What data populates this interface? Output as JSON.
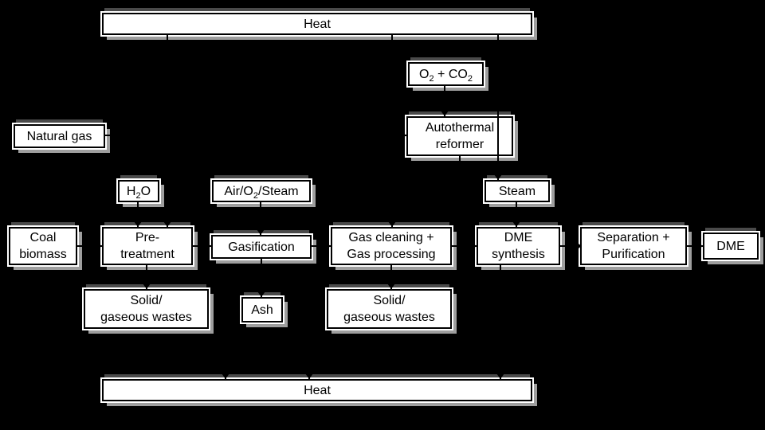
{
  "diagram": {
    "kind": "process-flow-diagram",
    "subject": "DME production from coal/biomass and natural gas"
  },
  "palette": {
    "background": "#000000",
    "box_fill": "#ffffff",
    "box_border": "#000000",
    "box_rim": "#ffffff",
    "shadow": "#9e9e9e",
    "halo": "#4a4a4a",
    "text": "#000000",
    "connector": "#000000"
  },
  "boxes": {
    "heat_top": {
      "label": "Heat"
    },
    "o2_co2": {
      "p1": "O",
      "s1": "2",
      "p2": " + CO",
      "s2": "2"
    },
    "natural_gas": {
      "label": "Natural gas"
    },
    "reformer": {
      "line1": "Autothermal",
      "line2": "reformer"
    },
    "h2o": {
      "p1": "H",
      "s1": "2",
      "p2": "O"
    },
    "air_o2_steam": {
      "p1": "Air/O",
      "s1": "2",
      "p2": "/Steam"
    },
    "steam": {
      "label": "Steam"
    },
    "coal_biomass": {
      "line1": "Coal",
      "line2": "biomass"
    },
    "pre_treatment": {
      "line1": "Pre-",
      "line2": "treatment"
    },
    "gasification": {
      "label": "Gasification"
    },
    "gas_cleaning": {
      "line1": "Gas cleaning +",
      "line2": "Gas processing"
    },
    "dme_synthesis": {
      "line1": "DME",
      "line2": "synthesis"
    },
    "separation": {
      "line1": "Separation +",
      "line2": "Purification"
    },
    "dme": {
      "label": "DME"
    },
    "wastes_left": {
      "line1": "Solid/",
      "line2": "gaseous wastes"
    },
    "ash": {
      "label": "Ash"
    },
    "wastes_right": {
      "line1": "Solid/",
      "line2": "gaseous wastes"
    },
    "heat_bottom": {
      "label": "Heat"
    }
  }
}
